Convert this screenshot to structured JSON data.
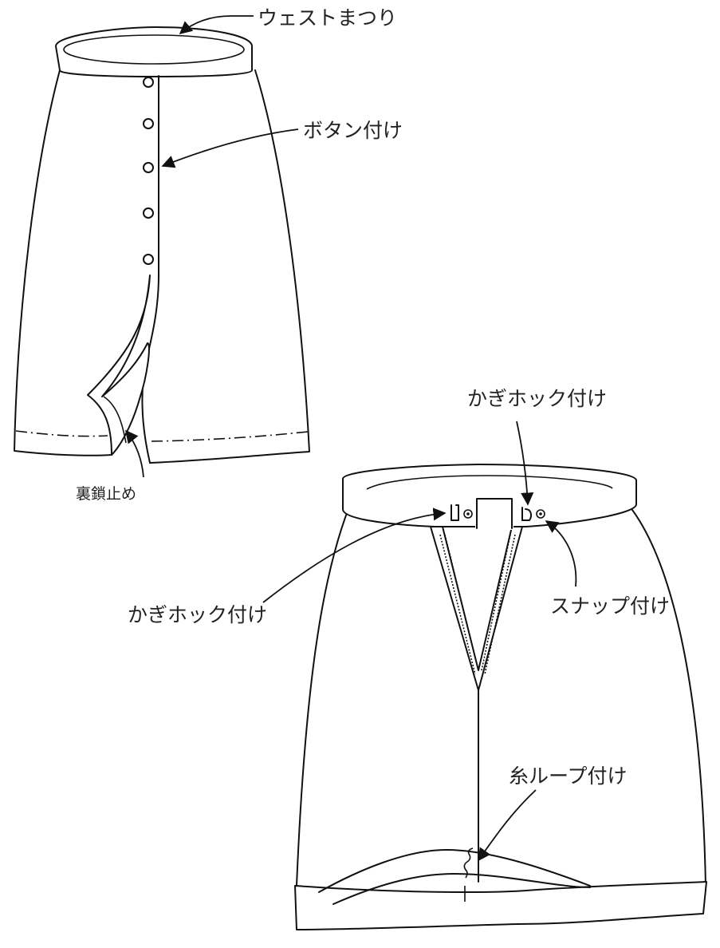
{
  "labels": {
    "waist_hem": "ウェストまつり",
    "button_attach": "ボタン付け",
    "blind_tack": "裏鎖止め",
    "hook_attach_top": "かぎホック付け",
    "hook_attach_left": "かぎホック付け",
    "snap_attach": "スナップ付け",
    "thread_loop": "糸ループ付け"
  },
  "colors": {
    "line": "#111111",
    "text": "#222222",
    "background": "#ffffff"
  }
}
